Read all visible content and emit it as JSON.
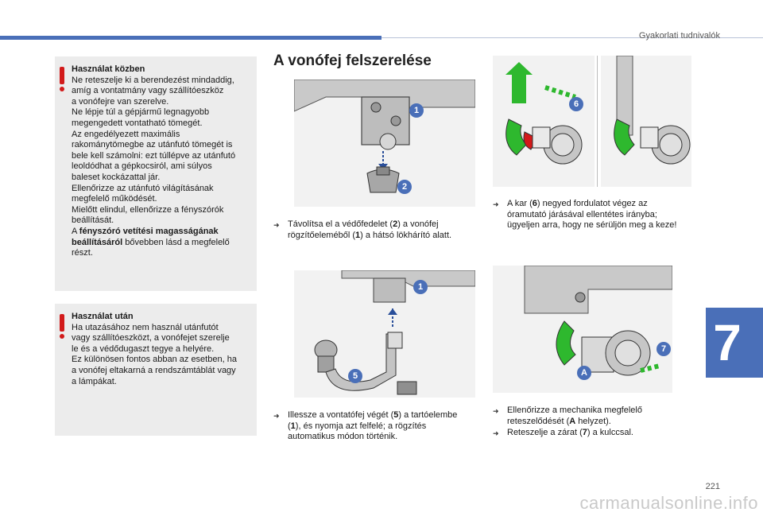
{
  "header": {
    "section_title": "Gyakorlati tudnivalók",
    "chapter_number": "7"
  },
  "footer": {
    "page_number": "221",
    "watermark": "carmanualsonline.info"
  },
  "colors": {
    "accent": "#4a6fb8",
    "warning": "#d21a1a",
    "green": "#2eb82e"
  },
  "warning_during": {
    "title": "Használat közben",
    "lines": [
      "Ne reteszelje ki a berendezést mindaddig,",
      "amíg a vontatmány vagy szállítóeszköz",
      "a vonófejre van szerelve.",
      "Ne lépje túl a gépjármű legnagyobb",
      "megengedett vontatható tömegét.",
      "Az engedélyezett maximális",
      "rakománytömegbe az utánfutó tömegét is",
      "bele kell számolni: ezt túllépve az utánfutó",
      "leoldódhat a gépkocsiról, ami súlyos",
      "baleset kockázattal jár.",
      "Ellenőrizze az utánfutó világításának",
      "megfelelő működését.",
      "Mielőtt elindul, ellenőrizze a fényszórók",
      "beállítását."
    ],
    "last_prefix": "A ",
    "last_bold_1": "fényszóró vetítési magasságának",
    "last_bold_2": "beállításáról",
    "last_suffix_1": " bővebben lásd a megfelelő",
    "last_suffix_2": "részt."
  },
  "warning_after": {
    "title": "Használat után",
    "lines": [
      "Ha utazásához nem használ utánfutót",
      "vagy szállítóeszközt, a vonófejet szerelje",
      "le és a védődugaszt tegye a helyére.",
      "Ez különösen fontos abban az esetben, ha",
      "a vonófej eltakarná a rendszámtáblát vagy",
      "a lámpákat."
    ]
  },
  "main_title": "A vonófej felszerelése",
  "steps": {
    "s1": {
      "a": "Távolítsa el a védőfedelet (",
      "b": "2",
      "c": ") a vonófej",
      "d": "rögzítőeleméből (",
      "e": "1",
      "f": ") a hátsó lökhárító alatt."
    },
    "s2": {
      "a": "Illessze a vontatófej végét (",
      "b": "5",
      "c": ") a tartóelembe",
      "d": "(",
      "e": "1",
      "f": "), és nyomja azt felfelé; a rögzítés",
      "g": "automatikus módon történik."
    },
    "s3": {
      "a": "A kar (",
      "b": "6",
      "c": ") negyed fordulatot végez az",
      "d": "óramutató járásával ellentétes irányba;",
      "e": "ügyeljen arra, hogy ne sérüljön meg a keze!"
    },
    "s4": {
      "a": "Ellenőrizze a mechanika megfelelő",
      "b": "reteszelődését (",
      "c": "A",
      "d": " helyzet).",
      "e": "Reteszelje a zárat (",
      "f": "7",
      "g": ") a kulccsal."
    }
  },
  "callouts": {
    "c1": "1",
    "c2": "2",
    "c5": "5",
    "c6": "6",
    "c7": "7",
    "cA": "A"
  },
  "step_bullet": "➜"
}
